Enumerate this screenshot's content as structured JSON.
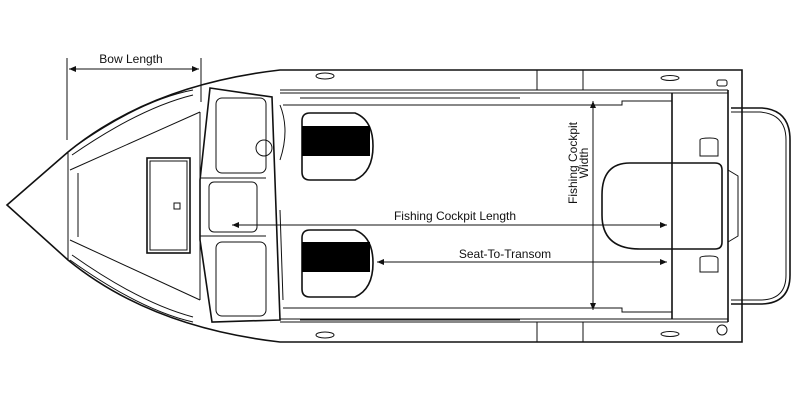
{
  "diagram": {
    "title": "Boat layout dimensions",
    "labels": {
      "bow_length": "Bow Length",
      "fishing_cockpit_length": "Fishing Cockpit Length",
      "seat_to_transom": "Seat-To-Transom",
      "fishing_cockpit_width_line1": "Fishing Cockpit",
      "fishing_cockpit_width_line2": "Width"
    },
    "colors": {
      "line": "#111111",
      "seat_fill": "#000000",
      "background": "#ffffff"
    }
  }
}
